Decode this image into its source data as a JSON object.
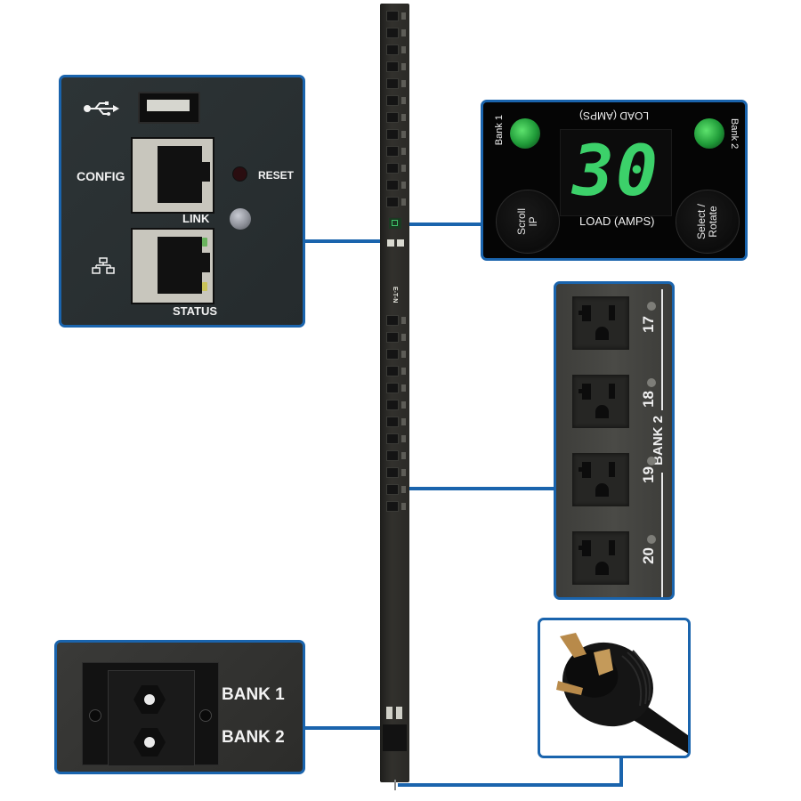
{
  "product": {
    "type": "Vertical PDU",
    "brand_logo": "E-T-N",
    "accent_color": "#1a64ad"
  },
  "network_panel": {
    "usb_icon": "usb-icon",
    "config_label": "CONFIG",
    "reset_label": "RESET",
    "link_label": "LINK",
    "status_label": "STATUS",
    "network_icon": "network-icon"
  },
  "display_panel": {
    "bank1_label": "Bank 1",
    "bank2_label": "Bank 2",
    "flipped_caption": "LOAD (AMPS)",
    "load_value": "30",
    "caption": "LOAD (AMPS)",
    "left_button": "Scroll\nIP",
    "right_button": "Select /\nRotate",
    "display_color": "#3cd16a"
  },
  "outlets_panel": {
    "bank_label": "BANK 2",
    "outlets": [
      {
        "number": "17"
      },
      {
        "number": "18"
      },
      {
        "number": "19"
      },
      {
        "number": "20"
      }
    ]
  },
  "breaker_panel": {
    "bank1_label": "BANK 1",
    "bank2_label": "BANK 2"
  },
  "plug_panel": {
    "description": "locking-plug-image"
  }
}
